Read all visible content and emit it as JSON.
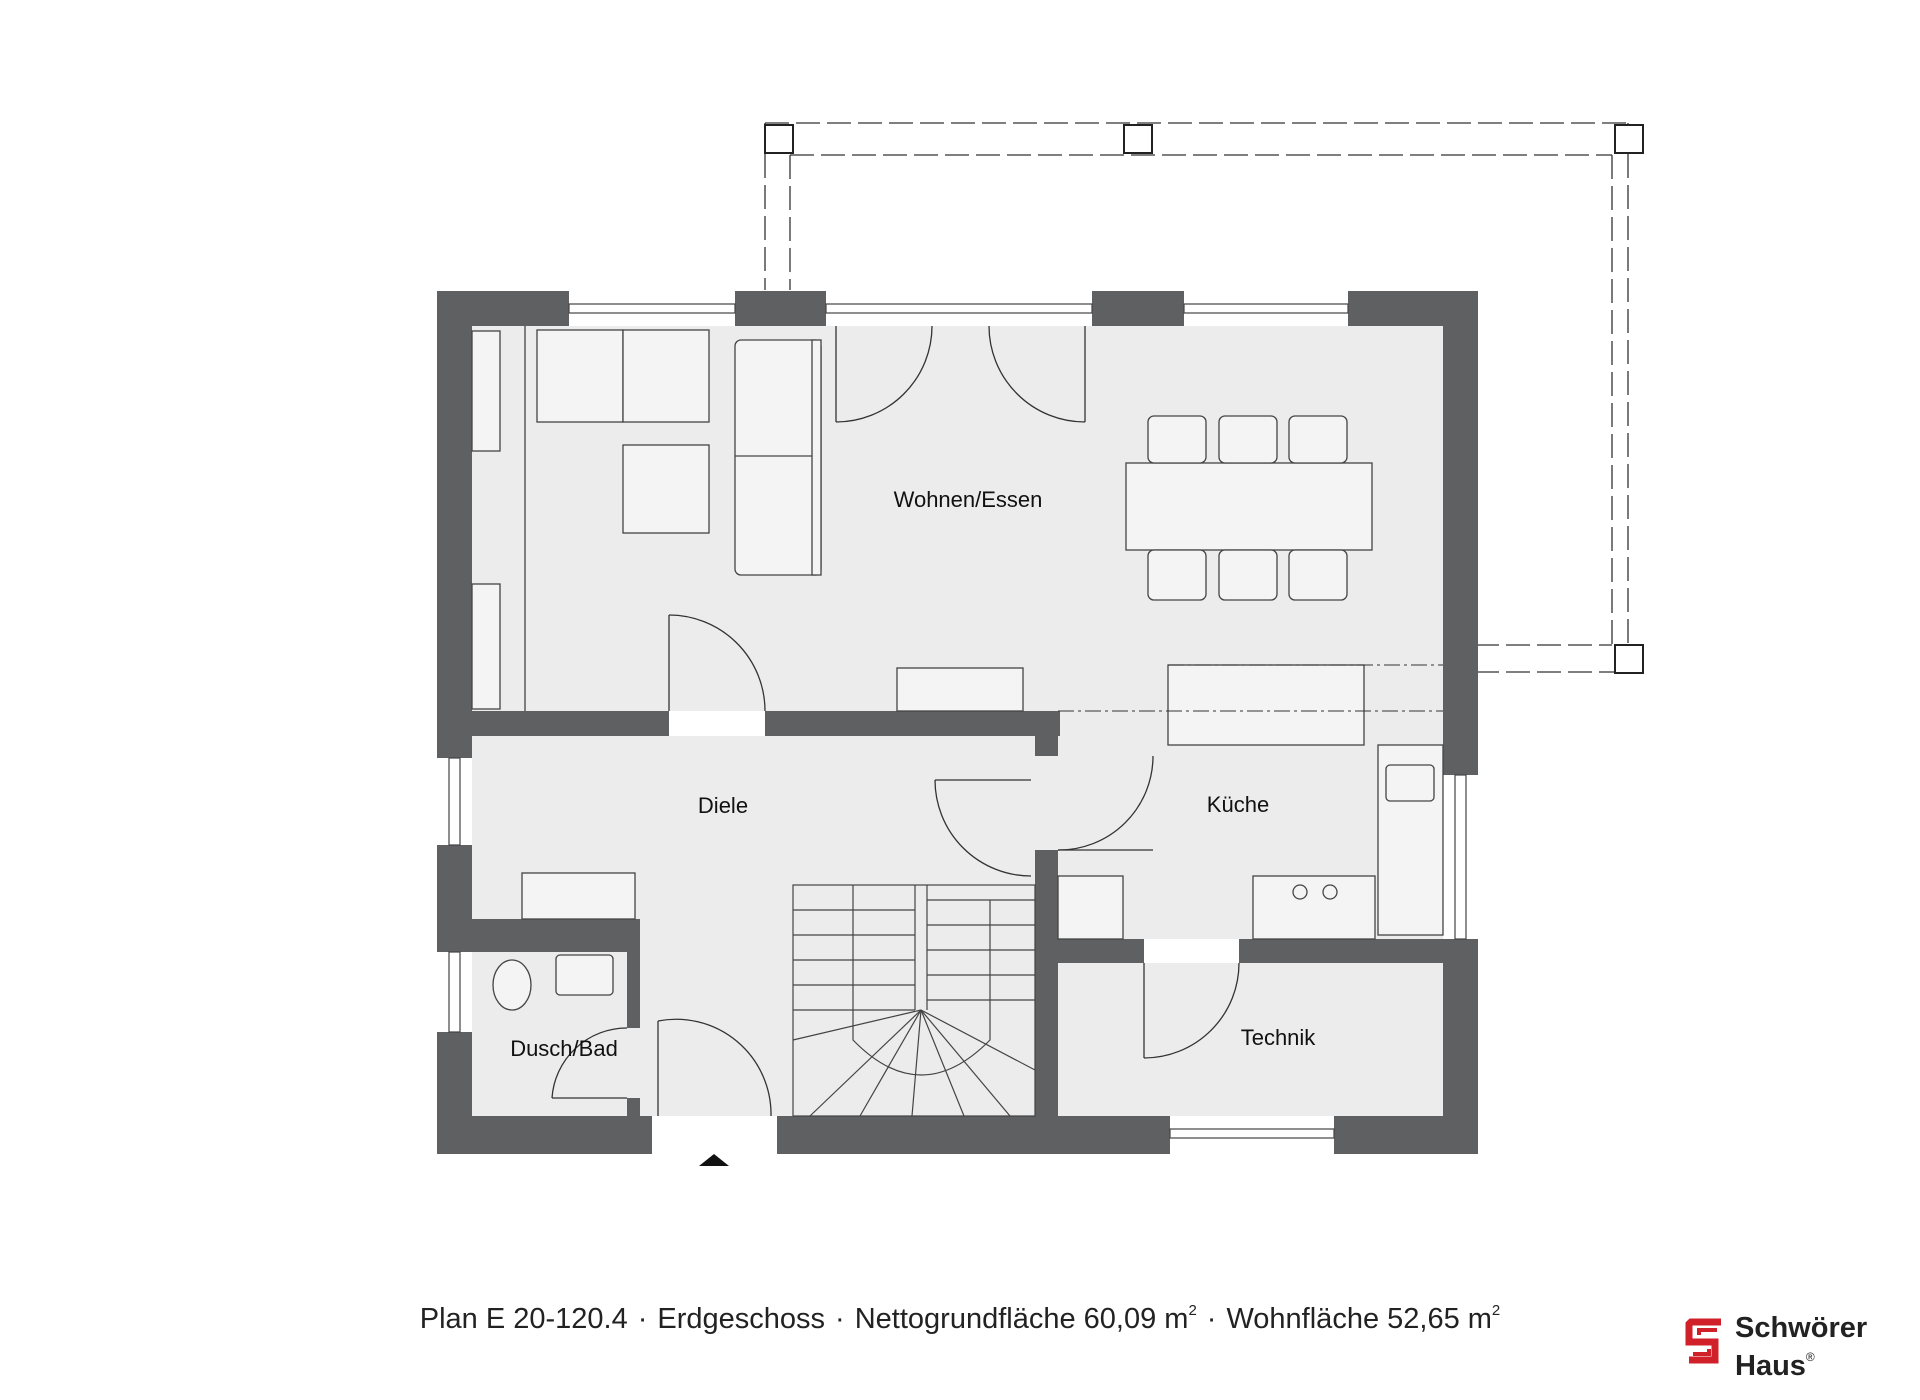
{
  "rooms": {
    "living": "Wohnen/Essen",
    "hall": "Diele",
    "kitchen": "Küche",
    "bath": "Dusch/Bad",
    "utility": "Technik"
  },
  "caption": {
    "plan": "Plan E 20-120.4",
    "floor": "Erdgeschoss",
    "net_area_label": "Nettogrundfläche 60,09 m",
    "living_area_label": "Wohnfläche 52,65 m",
    "separator": "·",
    "unit_superscript": "2"
  },
  "logo": {
    "line1": "Schwörer",
    "line2": "Haus",
    "registered": "®"
  },
  "colors": {
    "wall": "#5f6062",
    "floor": "#ececec",
    "line": "#333333",
    "logo_red": "#d0202a"
  }
}
